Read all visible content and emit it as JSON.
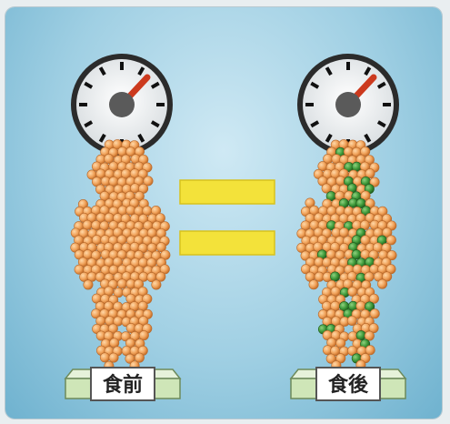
{
  "figures": [
    {
      "id": "before",
      "label": "食前",
      "has_green_particles": false
    },
    {
      "id": "after",
      "label": "食後",
      "has_green_particles": true
    }
  ],
  "symbol": "equals",
  "colors": {
    "orange_particle": "#f0a25a",
    "green_particle": "#3f9a3a",
    "equals_bar": "#f3e23a",
    "needle": "#cc3a1e",
    "scale_platform": "#cfe6b8"
  },
  "icons": [
    "weight-scale-dial-icon",
    "human-figure-icon",
    "equals-sign-icon"
  ]
}
